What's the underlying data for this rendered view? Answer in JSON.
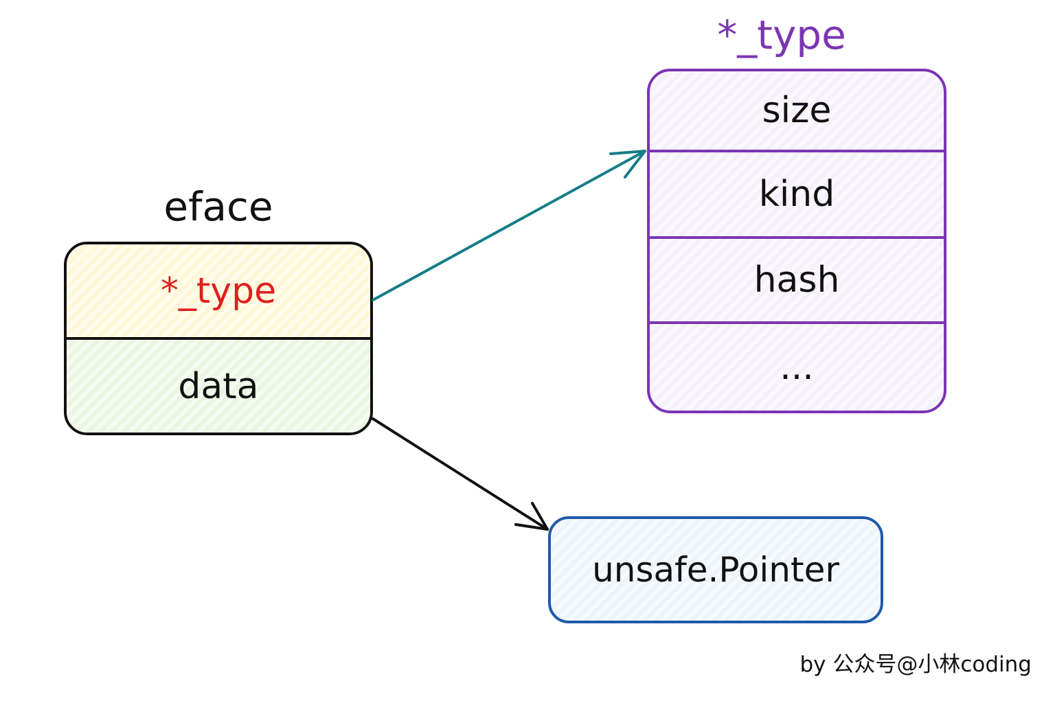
{
  "eface": {
    "title": "eface",
    "fields": [
      "*_type",
      "data"
    ]
  },
  "type_struct": {
    "title": "*_type",
    "fields": [
      "size",
      "kind",
      "hash",
      "..."
    ]
  },
  "pointer": {
    "label": "unsafe.Pointer"
  },
  "credit": "by 公众号@小林coding",
  "colors": {
    "eface_border": "#111111",
    "type_pointer_text": "#df1f1f",
    "type_field_fill": "#fff8d7",
    "data_field_fill": "#eaf6e1",
    "type_struct_accent": "#7b35b3",
    "type_struct_fill": "#f5f0fb",
    "pointer_border": "#1e5aa8",
    "pointer_fill": "#eef4fb",
    "type_arrow": "#147d86",
    "data_arrow": "#111111"
  }
}
